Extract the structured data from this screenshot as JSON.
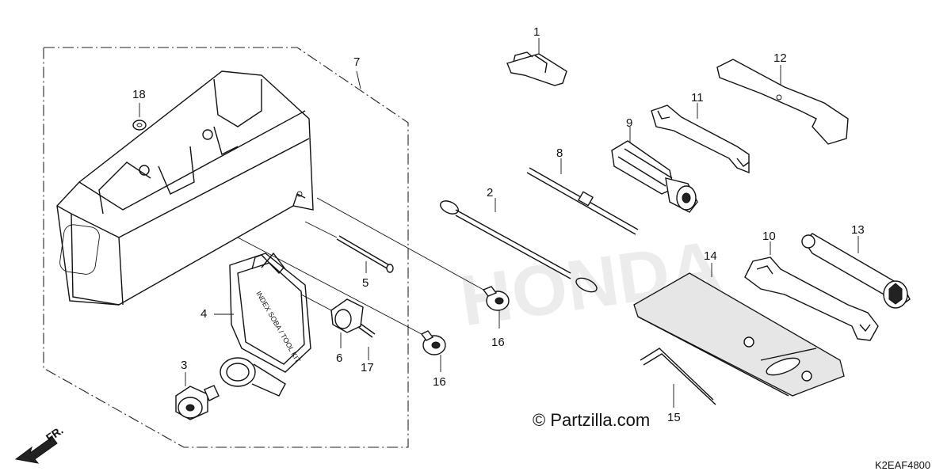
{
  "diagram": {
    "code": "K2EAF4800",
    "copyright": "© Partzilla.com",
    "front_label": "FR.",
    "watermark": "HONDA",
    "case_text": "INDEX SOBA / TOOL KIT",
    "parts": [
      {
        "id": "1",
        "label": "1"
      },
      {
        "id": "2",
        "label": "2"
      },
      {
        "id": "3",
        "label": "3"
      },
      {
        "id": "4",
        "label": "4"
      },
      {
        "id": "5",
        "label": "5"
      },
      {
        "id": "6",
        "label": "6"
      },
      {
        "id": "7",
        "label": "7"
      },
      {
        "id": "8",
        "label": "8"
      },
      {
        "id": "9",
        "label": "9"
      },
      {
        "id": "10",
        "label": "10"
      },
      {
        "id": "11",
        "label": "11"
      },
      {
        "id": "12",
        "label": "12"
      },
      {
        "id": "13",
        "label": "13"
      },
      {
        "id": "14",
        "label": "14"
      },
      {
        "id": "15",
        "label": "15"
      },
      {
        "id": "16a",
        "label": "16"
      },
      {
        "id": "16b",
        "label": "16"
      },
      {
        "id": "17",
        "label": "17"
      },
      {
        "id": "18",
        "label": "18"
      }
    ]
  }
}
